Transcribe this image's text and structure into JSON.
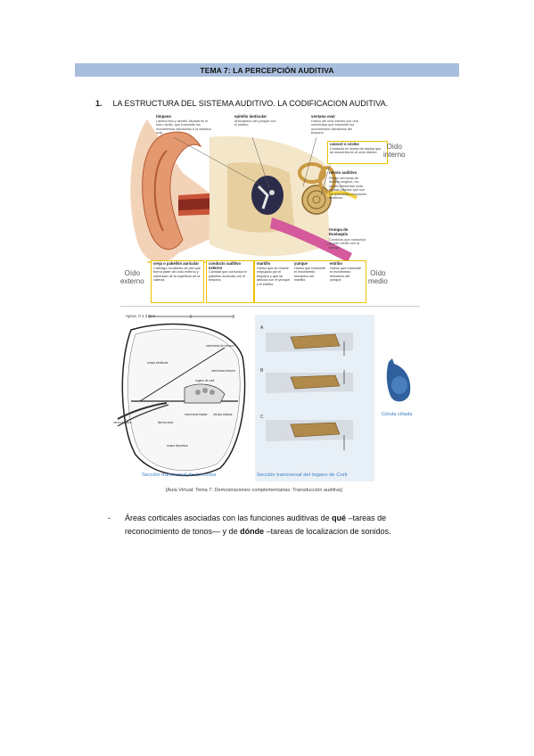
{
  "header": {
    "title": "TEMA 7: LA PERCEPCIÓN AUDITIVA"
  },
  "section": {
    "number": "1.",
    "title": "LA ESTRUCTURA DEL SISTEMA AUDITIVO. LA CODIFICACION AUDITIVA."
  },
  "ear_figure": {
    "top_terms": [
      {
        "term": "tímpano",
        "desc": "Lamina fina y vibrátil, situada en el oído medio, que transmite los movimientos vibratorios a la ventana oval."
      },
      {
        "term": "epitelio lanticular",
        "desc": "Articulación del yunque con el estribo."
      },
      {
        "term": "ventana oval",
        "desc": "Hueco del oído interno con una membrana que transmite los movimientos vibratorios del tímpano."
      }
    ],
    "right_terms": [
      {
        "term": "caracol o cóclea",
        "desc": "Conducto en forma de espiral que se encuentra en el oído interno."
      },
      {
        "term": "nervio auditivo",
        "desc": "Fibras nerviosas de distinta longitud, los cuales presentan unas células ciliadas que son los auténticos receptores auditivos."
      },
      {
        "term": "trompa de Eustaquio",
        "desc": "Conducto que comunica el oído medio con la faringe."
      }
    ],
    "bottom_terms": [
      {
        "term": "oreja o pabellón auricular",
        "desc": "Cartílago recubierto de piel que forma parte del oído externo y sobresale de la superficie de la cabeza."
      },
      {
        "term": "conducto auditivo externo",
        "desc": "Cavidad que comunica el pabellón auricular con el tímpano."
      },
      {
        "term": "martillo",
        "desc": "Hueso que se mueve empujado por el tímpano y que se articula con el yunque y el estribo."
      },
      {
        "term": "yunque",
        "desc": "Hueso que transmite el movimiento mecánico del martillo."
      },
      {
        "term": "estribo",
        "desc": "Hueso que transmite el movimiento mecánico del yunque."
      }
    ],
    "region_labels": {
      "inner": "Oído\ninterno",
      "outer": "Oído\nexterno",
      "middle": "Oído\nmedio"
    }
  },
  "cochlea_figure": {
    "scale": "Aprox. 0      1      2 mm",
    "labels": [
      "membrana de reissner",
      "rampa vestibular",
      "membrana tectoria",
      "órgano de corti",
      "membrana basilar",
      "células ciliadas",
      "nervio auditivo",
      "lámina ósea",
      "rampa timpánica"
    ],
    "caption": "Sección transversal de la cóclea"
  },
  "corti_figure": {
    "panels": [
      "A",
      "B",
      "C"
    ],
    "caption": "Sección transversal del órgano de Corti"
  },
  "cell_figure": {
    "caption": "Célula ciliada"
  },
  "source_note": "[Aula Virtual: Tema 7: Demostraciones complementarias: Transducción auditiva]",
  "bullet": {
    "dash": "-",
    "line1_pre": "Áreas corticales asociadas con las funciones auditivas de ",
    "line1_bold": "qué",
    "line1_post": " –tareas de",
    "line2_pre": "reconocimiento de tonos— y de ",
    "line2_bold": "dónde",
    "line2_post": " –tareas de localizacion de sonidos."
  },
  "colors": {
    "header_bar": "#a9bedd",
    "box_border": "#f0c000",
    "caption_blue": "#3d7fc1"
  }
}
